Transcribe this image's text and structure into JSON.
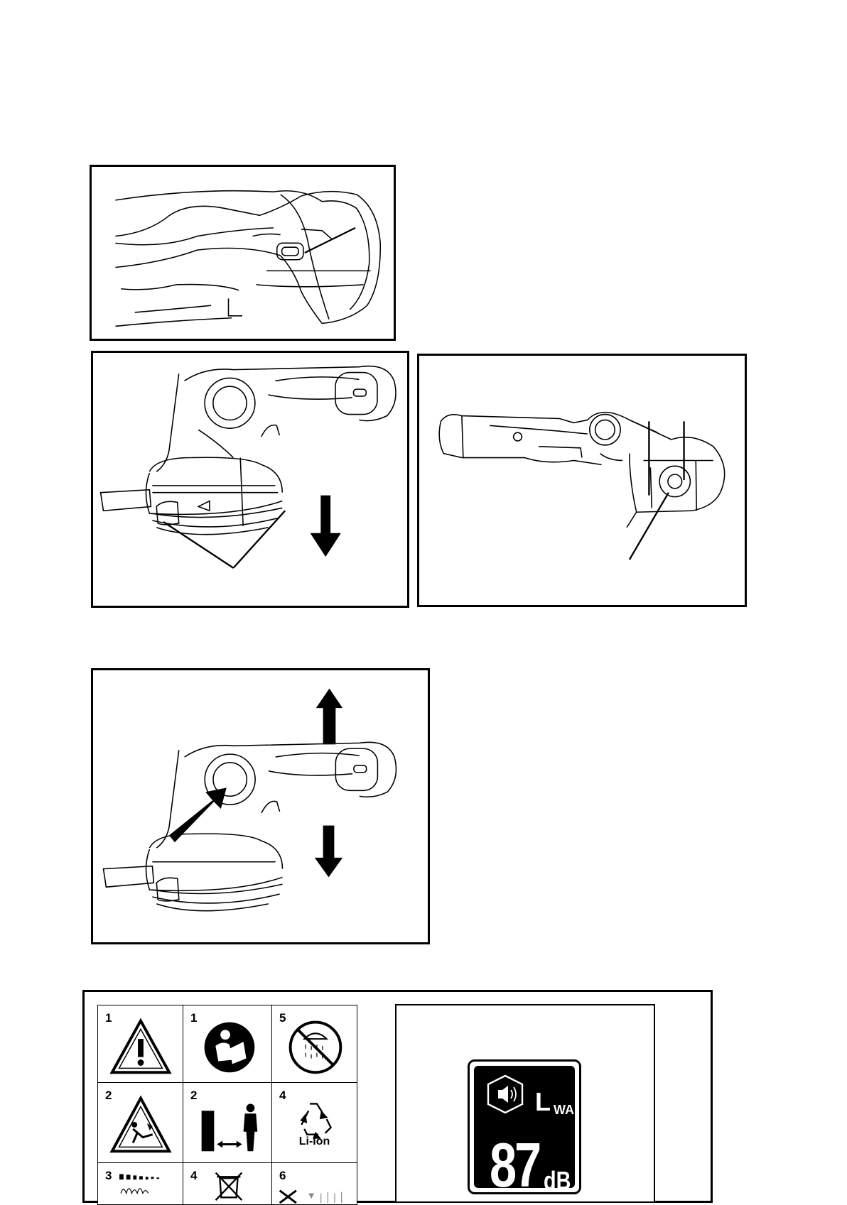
{
  "symbols": [
    {
      "number": "1",
      "icon": "warning-triangle-icon"
    },
    {
      "number": "1",
      "icon": "read-manual-icon"
    },
    {
      "number": "5",
      "icon": "no-rain-icon"
    },
    {
      "number": "2",
      "icon": "falling-debris-icon"
    },
    {
      "number": "2",
      "icon": "keep-distance-icon"
    },
    {
      "number": "4",
      "icon": "recycle-icon",
      "caption": "Li-Ion"
    },
    {
      "number": "3",
      "icon": "noise-level-icon"
    },
    {
      "number": "4",
      "icon": "no-bin-disposal-icon"
    },
    {
      "number": "6",
      "icon": "no-grass-icon"
    }
  ],
  "noise_label": {
    "symbol": "L",
    "subscript": "WA",
    "value": "87",
    "unit": "dB"
  }
}
